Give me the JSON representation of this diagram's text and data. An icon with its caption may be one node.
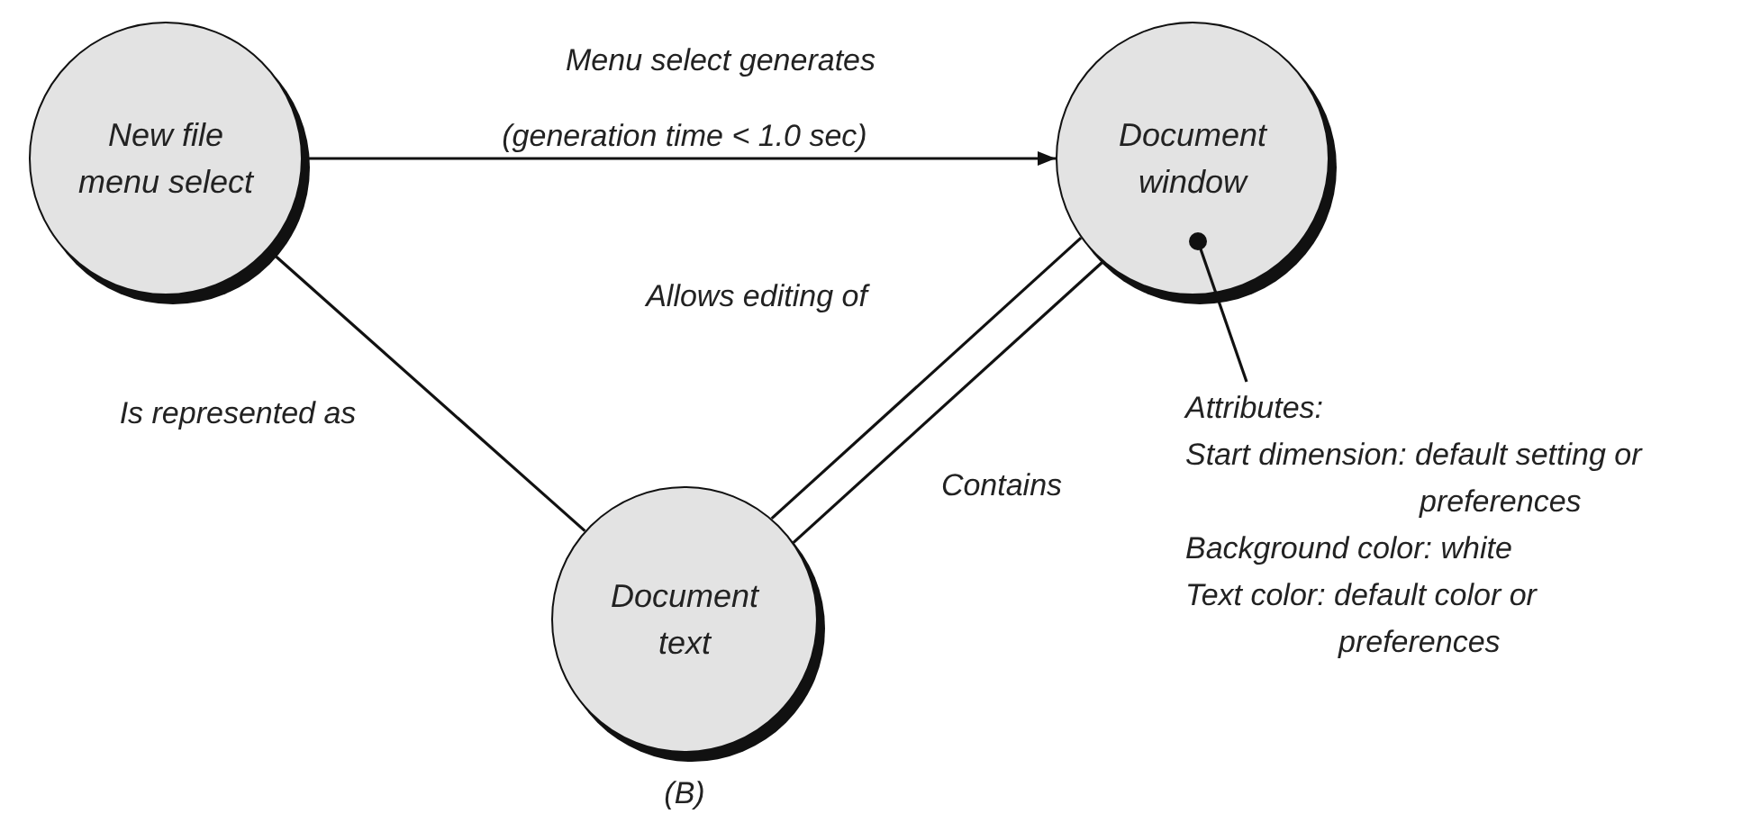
{
  "diagram": {
    "caption": "(B)",
    "nodes": [
      {
        "text": [
          "New file menu select"
        ]
      },
      {
        "text": [
          "Document window"
        ]
      },
      {
        "text": [
          "Document text"
        ]
      },
      {
        "text": [
          "Attributes:",
          "Start dimension: default setting or preferences",
          "Background color: white",
          "Text color: default color or preferences"
        ]
      }
    ],
    "edges": [
      {
        "from": 0,
        "to": 1,
        "arrow": "to",
        "label": "Menu select generates"
      },
      {
        "from": 0,
        "to": 2,
        "arrow": "none",
        "label": "Is represented as"
      },
      {
        "from": 1,
        "to": 2,
        "arrow": "none",
        "label": "Allows editing of"
      },
      {
        "from": 2,
        "to": 1,
        "arrow": "none",
        "label": "Contains"
      },
      {
        "from": 3,
        "to": 1,
        "arrow": "other"
      }
    ],
    "labels": [
      "(generation time < 1.0 sec)"
    ]
  }
}
